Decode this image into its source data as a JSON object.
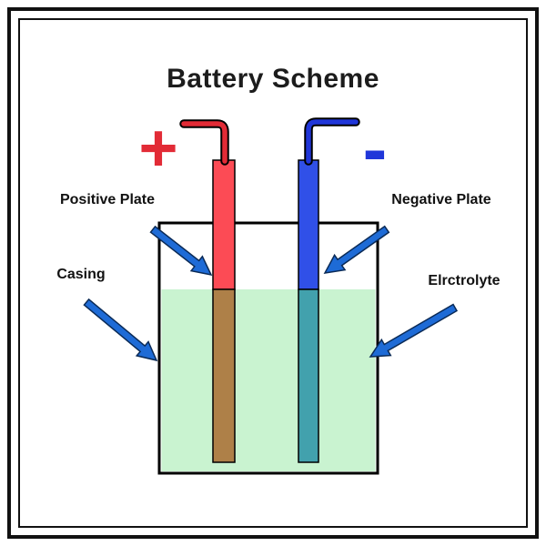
{
  "title": "Battery Scheme",
  "terminals": {
    "plus": "+",
    "minus": "-"
  },
  "labels": {
    "positive_plate": "Positive Plate",
    "negative_plate": "Negative Plate",
    "casing": "Casing",
    "electrolyte": "Elrctrolyte"
  },
  "colors": {
    "positive_terminal": "#e22b36",
    "positive_plate": "#fc4b55",
    "positive_plate_submerged": "#ae8048",
    "negative_terminal": "#2036d9",
    "negative_plate": "#3050e8",
    "negative_plate_submerged": "#42a1ad",
    "electrolyte": "#c9f3d0",
    "arrow": "#1e6bd6",
    "frame": "#111111"
  }
}
